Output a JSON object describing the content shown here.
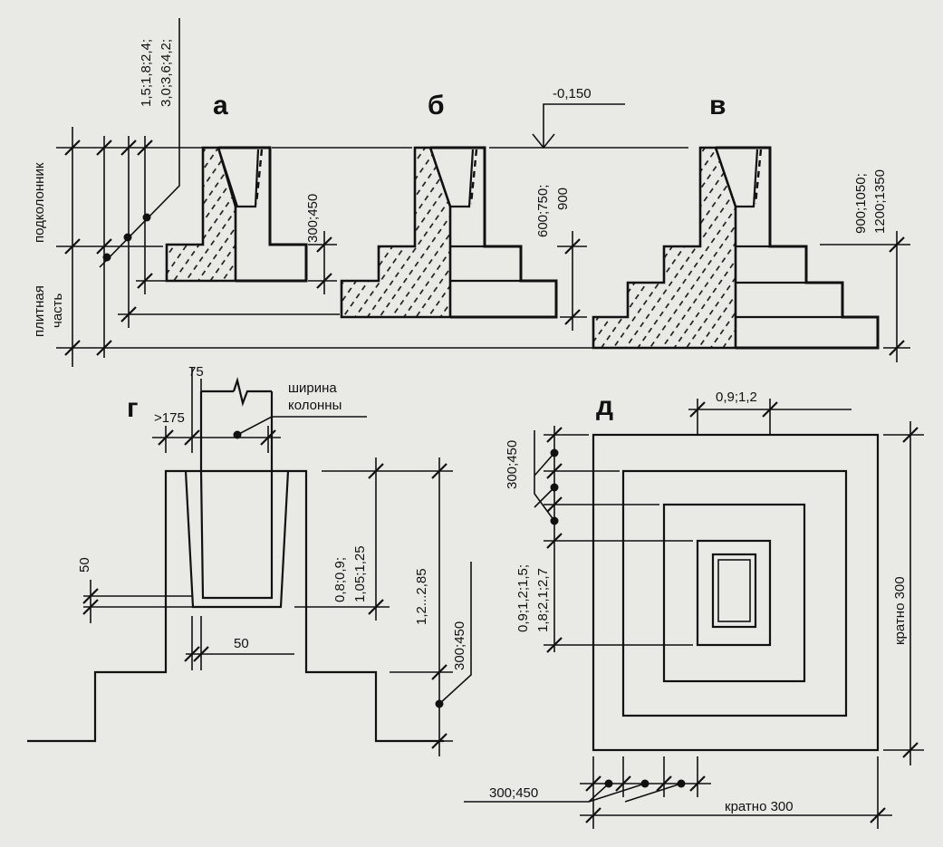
{
  "view_labels": {
    "a": "а",
    "b": "б",
    "v": "в",
    "g": "г",
    "d": "д"
  },
  "section_labels": {
    "podkolonnik": "подколонник",
    "plitnaya": "плитная",
    "chast": "часть"
  },
  "dimensions": {
    "step_heights_1": "1,5;1,8;2,4;",
    "step_heights_2": "3,0;3,6;4,2;",
    "level_mark": "-0,150",
    "a_height": "300;450",
    "b_height_1": "600;750;",
    "b_height_2": "900",
    "v_height_1": "900;1050;",
    "v_height_2": "1200;1350",
    "g_top": "75",
    "g_gap": ">175",
    "g_col_width_1": "ширина",
    "g_col_width_2": "колонны",
    "g_glass_depth_1": "0,8;0,9;",
    "g_glass_depth_2": "1,05;1,25",
    "g_total": "1,2...2,85",
    "g_step": "300;450",
    "g_bottom": "50",
    "g_wall": "50",
    "d_top": "0,9;1,2",
    "d_step": "300;450",
    "d_sizes_1": "0,9;1,2;1,5;",
    "d_sizes_2": "1,8;2,1;2,7",
    "d_right": "кратно 300",
    "d_bottom_steps": "300;450",
    "d_bottom": "кратно 300"
  },
  "colors": {
    "ink": "#111111",
    "paper": "#e9e9e6"
  }
}
